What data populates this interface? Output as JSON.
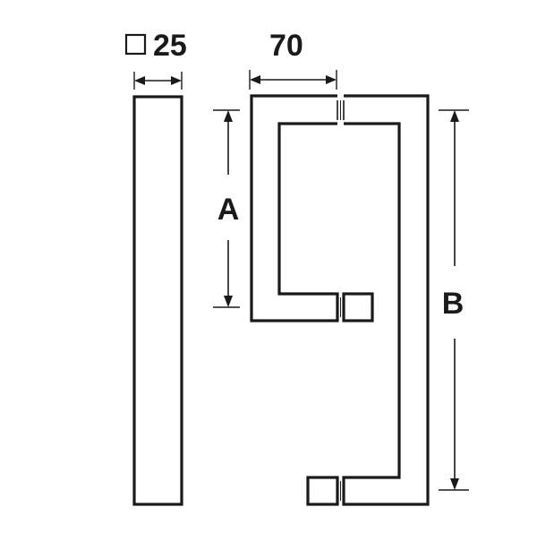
{
  "dimensions": {
    "section": {
      "symbol": "square-section-icon",
      "value": "25"
    },
    "width": {
      "value": "70"
    },
    "a": {
      "label": "A"
    },
    "b": {
      "label": "B"
    }
  },
  "colors": {
    "line": "#1a1a1a",
    "background": "#ffffff"
  }
}
